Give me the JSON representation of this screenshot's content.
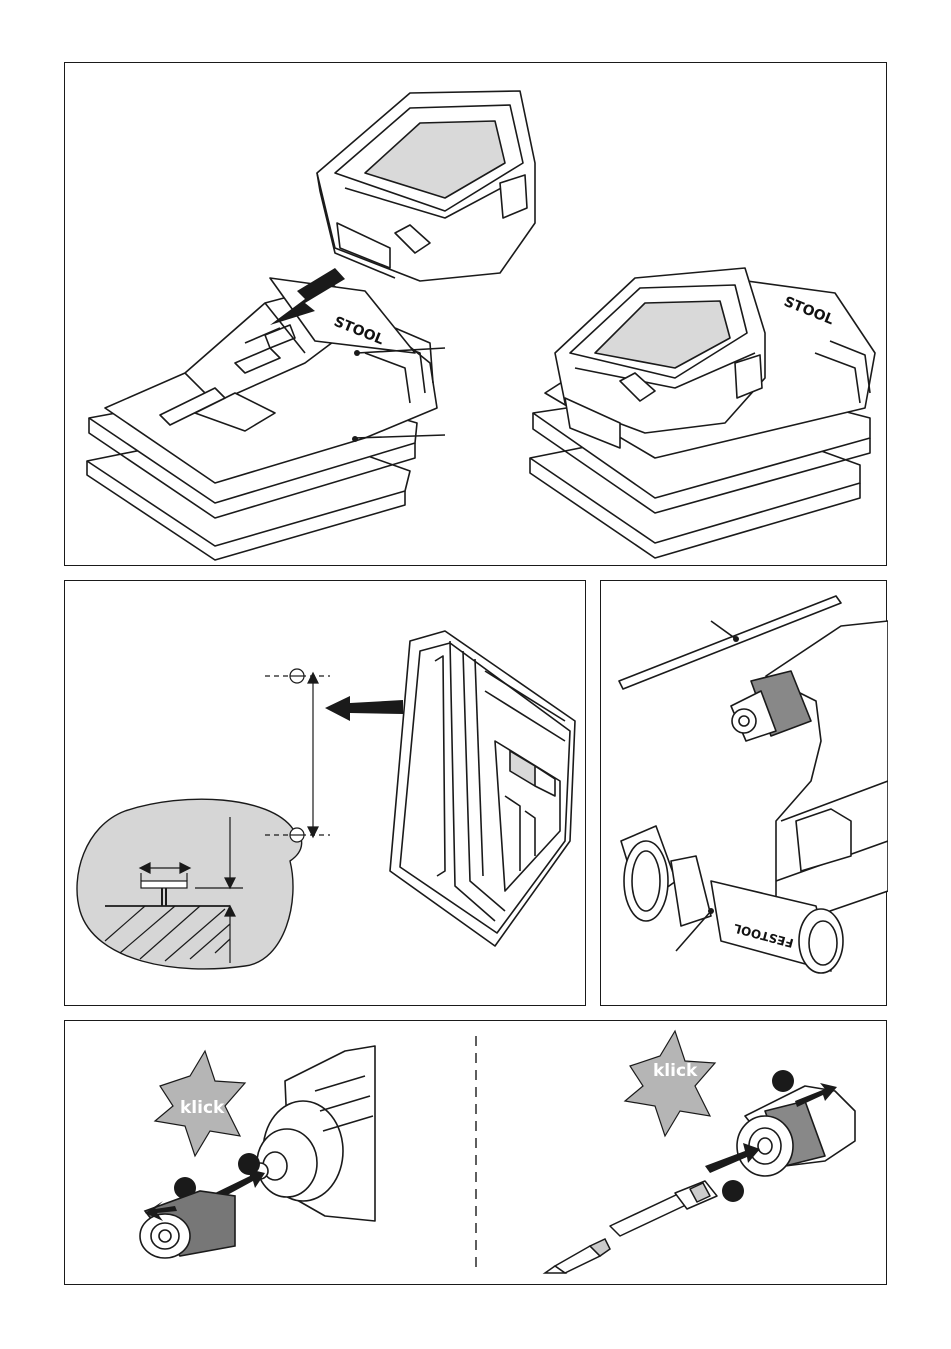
{
  "brand": {
    "charger_label": "STOOL",
    "charger_label_right": "STOOL",
    "handle_label": "FESTOOL"
  },
  "sounds": {
    "left": "klick",
    "right": "klick"
  },
  "colors": {
    "line": "#1a1a1a",
    "shade_light": "#d9d9d9",
    "shade_mid": "#a8a8a8",
    "shade_dark": "#555555",
    "starburst": "#b5b5b5",
    "callout_bubble": "#d6d6d6"
  }
}
